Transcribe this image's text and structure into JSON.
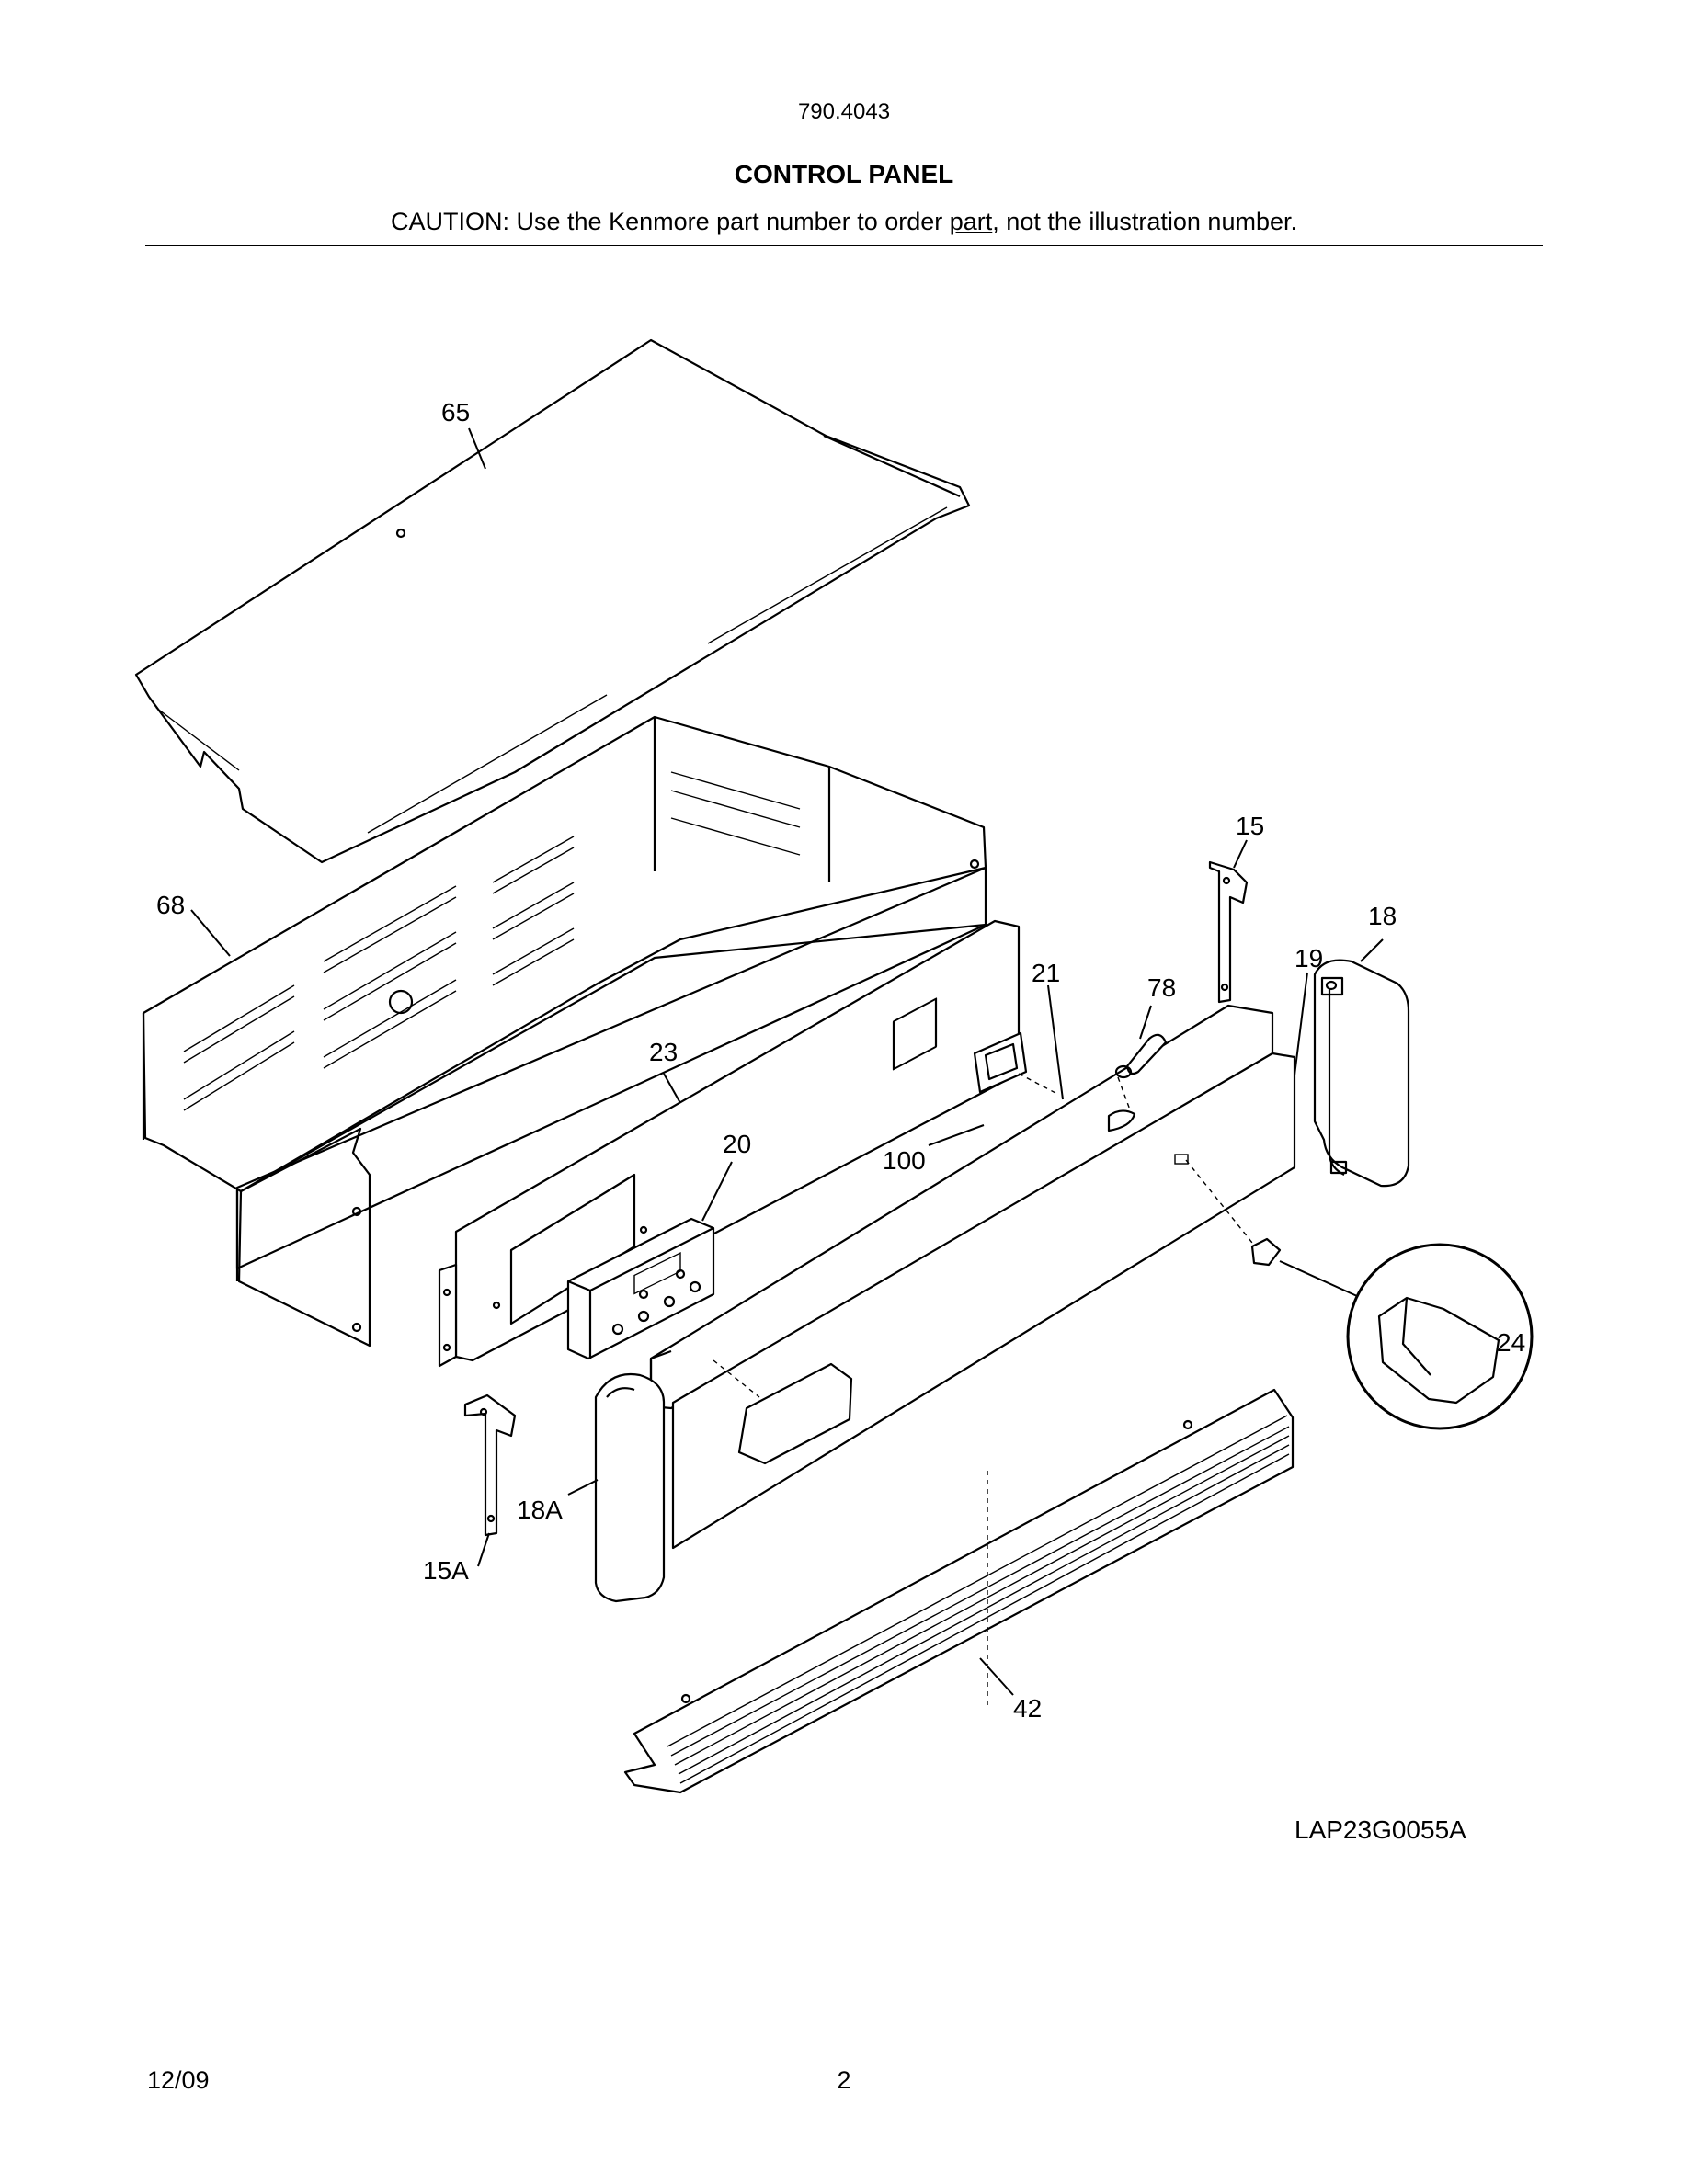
{
  "header": {
    "model_number": "790.4043",
    "title": "CONTROL PANEL",
    "caution_before": "CAUTION: Use the Kenmore part number to order ",
    "caution_link": "part",
    "caution_after": ", not the illustration number."
  },
  "callouts": {
    "p65": "65",
    "p68": "68",
    "p15": "15",
    "p18": "18",
    "p19": "19",
    "p21": "21",
    "p78": "78",
    "p23": "23",
    "p20": "20",
    "p100": "100",
    "p24": "24",
    "p15A": "15A",
    "p18A": "18A",
    "p42": "42"
  },
  "diagram_code": "LAP23G0055A",
  "footer": {
    "date": "12/09",
    "page_number": "2"
  }
}
